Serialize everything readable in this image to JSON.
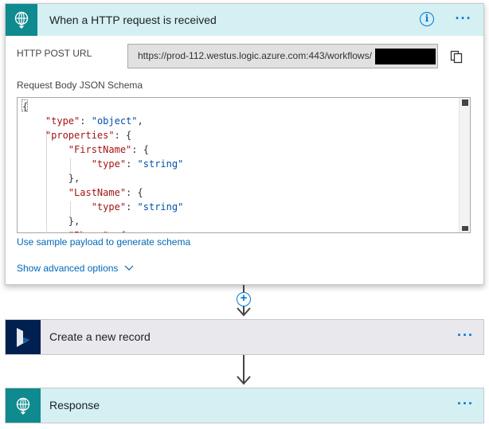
{
  "trigger": {
    "title": "When a HTTP request is received",
    "info_glyph": "i",
    "more_glyph": "···",
    "icon": "globe-request-icon",
    "url_label": "HTTP POST URL",
    "url_value": "https://prod-112.westus.logic.azure.com:443/workflows/",
    "schema_label": "Request Body JSON Schema",
    "schema_lines": [
      {
        "pre": "{",
        "key": "",
        "mid": "",
        "val": "",
        "post": ""
      },
      {
        "pre": "    ",
        "key": "\"type\"",
        "mid": ": ",
        "val": "\"object\"",
        "post": ","
      },
      {
        "pre": "    ",
        "key": "\"properties\"",
        "mid": ": {",
        "val": "",
        "post": ""
      },
      {
        "pre": "        ",
        "key": "\"FirstName\"",
        "mid": ": {",
        "val": "",
        "post": ""
      },
      {
        "pre": "            ",
        "key": "\"type\"",
        "mid": ": ",
        "val": "\"string\"",
        "post": ""
      },
      {
        "pre": "        ",
        "key": "",
        "mid": "},",
        "val": "",
        "post": ""
      },
      {
        "pre": "        ",
        "key": "\"LastName\"",
        "mid": ": {",
        "val": "",
        "post": ""
      },
      {
        "pre": "            ",
        "key": "\"type\"",
        "mid": ": ",
        "val": "\"string\"",
        "post": ""
      },
      {
        "pre": "        ",
        "key": "",
        "mid": "},",
        "val": "",
        "post": ""
      },
      {
        "pre": "        ",
        "key": "\"Phone\"",
        "mid": ": {",
        "val": "",
        "post": ""
      }
    ],
    "sample_link": "Use sample payload to generate schema",
    "advanced_link": "Show advanced options"
  },
  "add_step_glyph": "+",
  "create_step": {
    "title": "Create a new record",
    "more_glyph": "···",
    "icon": "dynamics-logo-icon"
  },
  "response_step": {
    "title": "Response",
    "more_glyph": "···",
    "icon": "globe-request-icon"
  },
  "colors": {
    "accent": "#0078d4",
    "request_tile": "#0f8a8f",
    "request_header": "#d4f0f3",
    "dynamics_tile": "#002050",
    "json_key": "#a31515",
    "json_string": "#0451a5"
  }
}
